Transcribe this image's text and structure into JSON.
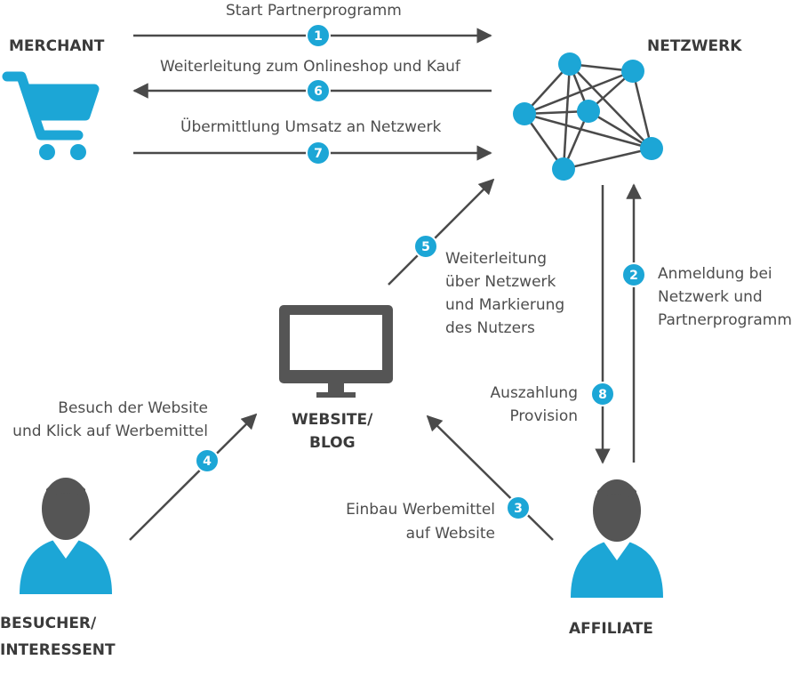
{
  "colors": {
    "accent": "#1ca6d6",
    "dark": "#555555",
    "arrow": "#4a4a4a"
  },
  "nodes": {
    "merchant": "MERCHANT",
    "network": "NETZWERK",
    "website_line1": "WEBSITE/",
    "website_line2": "BLOG",
    "visitor_line1": "BESUCHER/",
    "visitor_line2": "INTERESSENT",
    "affiliate": "AFFILIATE"
  },
  "steps": {
    "s1": {
      "num": "1",
      "label": "Start Partnerprogramm"
    },
    "s6": {
      "num": "6",
      "label": "Weiterleitung zum Onlineshop und Kauf"
    },
    "s7": {
      "num": "7",
      "label": "Übermittlung Umsatz an Netzwerk"
    },
    "s5": {
      "num": "5",
      "line1": "Weiterleitung",
      "line2": "über Netzwerk",
      "line3": "und Markierung",
      "line4": "des Nutzers"
    },
    "s2": {
      "num": "2",
      "line1": "Anmeldung bei",
      "line2": "Netzwerk und",
      "line3": "Partnerprogramm"
    },
    "s8": {
      "num": "8",
      "line1": "Auszahlung",
      "line2": "Provision"
    },
    "s4": {
      "num": "4",
      "line1": "Besuch der Website",
      "line2": "und Klick auf Werbemittel"
    },
    "s3": {
      "num": "3",
      "line1": "Einbau Werbemittel",
      "line2": "auf Website"
    }
  },
  "icons": {
    "merchant": "shopping-cart-icon",
    "network": "network-graph-icon",
    "website": "monitor-icon",
    "visitor": "person-icon",
    "affiliate": "person-icon"
  }
}
